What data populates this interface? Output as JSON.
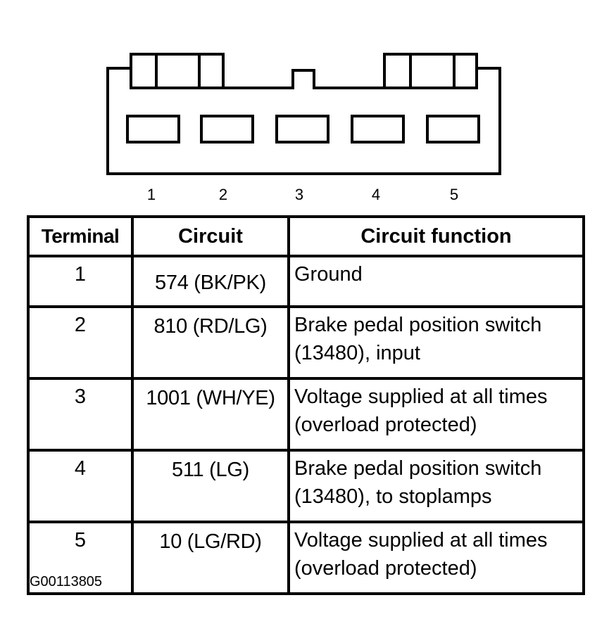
{
  "connector": {
    "pin_numbers": [
      "1",
      "2",
      "3",
      "4",
      "5"
    ]
  },
  "table": {
    "headers": {
      "terminal": "Terminal",
      "circuit": "Circuit",
      "function": "Circuit function"
    },
    "rows": [
      {
        "terminal": "1",
        "circuit": "574 (BK/PK)",
        "function": "Ground"
      },
      {
        "terminal": "2",
        "circuit": "810 (RD/LG)",
        "function": "Brake pedal position switch (13480), input"
      },
      {
        "terminal": "3",
        "circuit": "1001 (WH/YE)",
        "function": "Voltage supplied at all times (overload protected)"
      },
      {
        "terminal": "4",
        "circuit": "511 (LG)",
        "function": "Brake pedal position switch (13480), to stoplamps"
      },
      {
        "terminal": "5",
        "circuit": "10 (LG/RD)",
        "function": "Voltage supplied at all times (overload protected)"
      }
    ]
  },
  "figure_id": "G00113805"
}
